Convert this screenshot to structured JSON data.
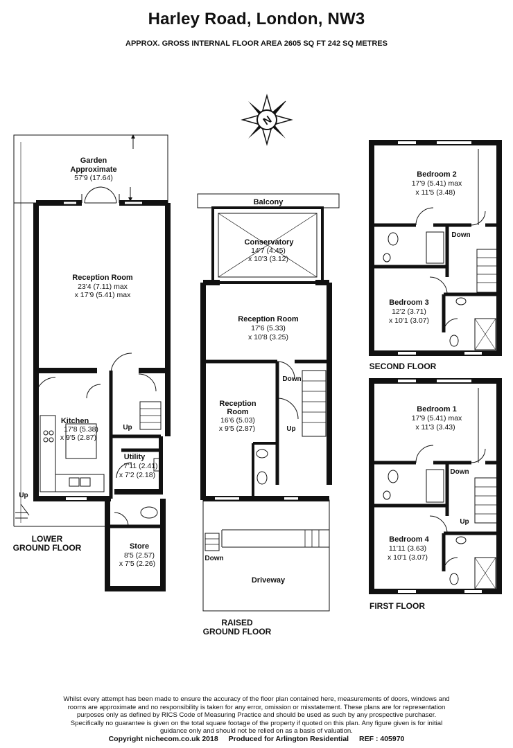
{
  "header": {
    "title": "Harley Road, London, NW3",
    "subtitle": "APPROX. GROSS INTERNAL FLOOR AREA 2605 SQ FT 242 SQ METRES"
  },
  "compass": {
    "label": "N"
  },
  "floors": {
    "lower_ground": {
      "label_line1": "LOWER",
      "label_line2": "GROUND FLOOR",
      "rooms": {
        "garden": {
          "name1": "Garden",
          "name2": "Approximate",
          "dims": "57'9 (17.64)"
        },
        "reception": {
          "name": "Reception Room",
          "dims1": "23'4 (7.11) max",
          "dims2": "x 17'9 (5.41) max"
        },
        "kitchen": {
          "name": "Kitchen",
          "dims1": "17'8 (5.38)",
          "dims2": "x 9'5 (2.87)"
        },
        "utility": {
          "name": "Utility",
          "dims1": "7'11 (2.41)",
          "dims2": "x 7'2 (2.18)"
        },
        "store": {
          "name": "Store",
          "dims1": "8'5 (2.57)",
          "dims2": "x 7'5 (2.26)"
        }
      },
      "stair_labels": {
        "up_hall": "Up",
        "up_outside": "Up"
      }
    },
    "raised_ground": {
      "label_line1": "RAISED",
      "label_line2": "GROUND FLOOR",
      "rooms": {
        "balcony": {
          "name": "Balcony"
        },
        "conservatory": {
          "name": "Conservatory",
          "dims1": "14'7 (4.45)",
          "dims2": "x 10'3 (3.12)"
        },
        "reception_main": {
          "name": "Reception Room",
          "dims1": "17'6 (5.33)",
          "dims2": "x 10'8 (3.25)"
        },
        "reception_second": {
          "name1": "Reception",
          "name2": "Room",
          "dims1": "16'6 (5.03)",
          "dims2": "x 9'5 (2.87)"
        },
        "driveway": {
          "name": "Driveway"
        }
      },
      "stair_labels": {
        "down": "Down",
        "up": "Up",
        "down_drive": "Down"
      }
    },
    "second": {
      "label": "SECOND FLOOR",
      "rooms": {
        "bedroom2": {
          "name": "Bedroom 2",
          "dims1": "17'9 (5.41) max",
          "dims2": "x 11'5 (3.48)"
        },
        "bedroom3": {
          "name": "Bedroom 3",
          "dims1": "12'2 (3.71)",
          "dims2": "x 10'1 (3.07)"
        }
      },
      "stair_labels": {
        "down": "Down"
      }
    },
    "first": {
      "label": "FIRST FLOOR",
      "rooms": {
        "bedroom1": {
          "name": "Bedroom 1",
          "dims1": "17'9 (5.41) max",
          "dims2": "x 11'3 (3.43)"
        },
        "bedroom4": {
          "name": "Bedroom 4",
          "dims1": "11'11 (3.63)",
          "dims2": "x 10'1 (3.07)"
        }
      },
      "stair_labels": {
        "down": "Down",
        "up": "Up"
      }
    }
  },
  "disclaimer": "Whilst every attempt has been made to ensure the accuracy of the floor plan contained here, measurements of doors, windows and rooms are approximate and no responsibility is taken for any error, omission or misstatement. These plans are for representation purposes only as defined by RICS Code of Measuring Practice and should be used as such by any prospective purchaser. Specifically no guarantee is given on the total square footage of the property if quoted on this plan. Any figure given is for initial guidance only and should not be relied on as a basis of valuation.",
  "footer": {
    "copyright": "Copyright nichecom.co.uk 2018",
    "produced": "Produced for Arlington Residential",
    "ref": "REF :  405970"
  }
}
